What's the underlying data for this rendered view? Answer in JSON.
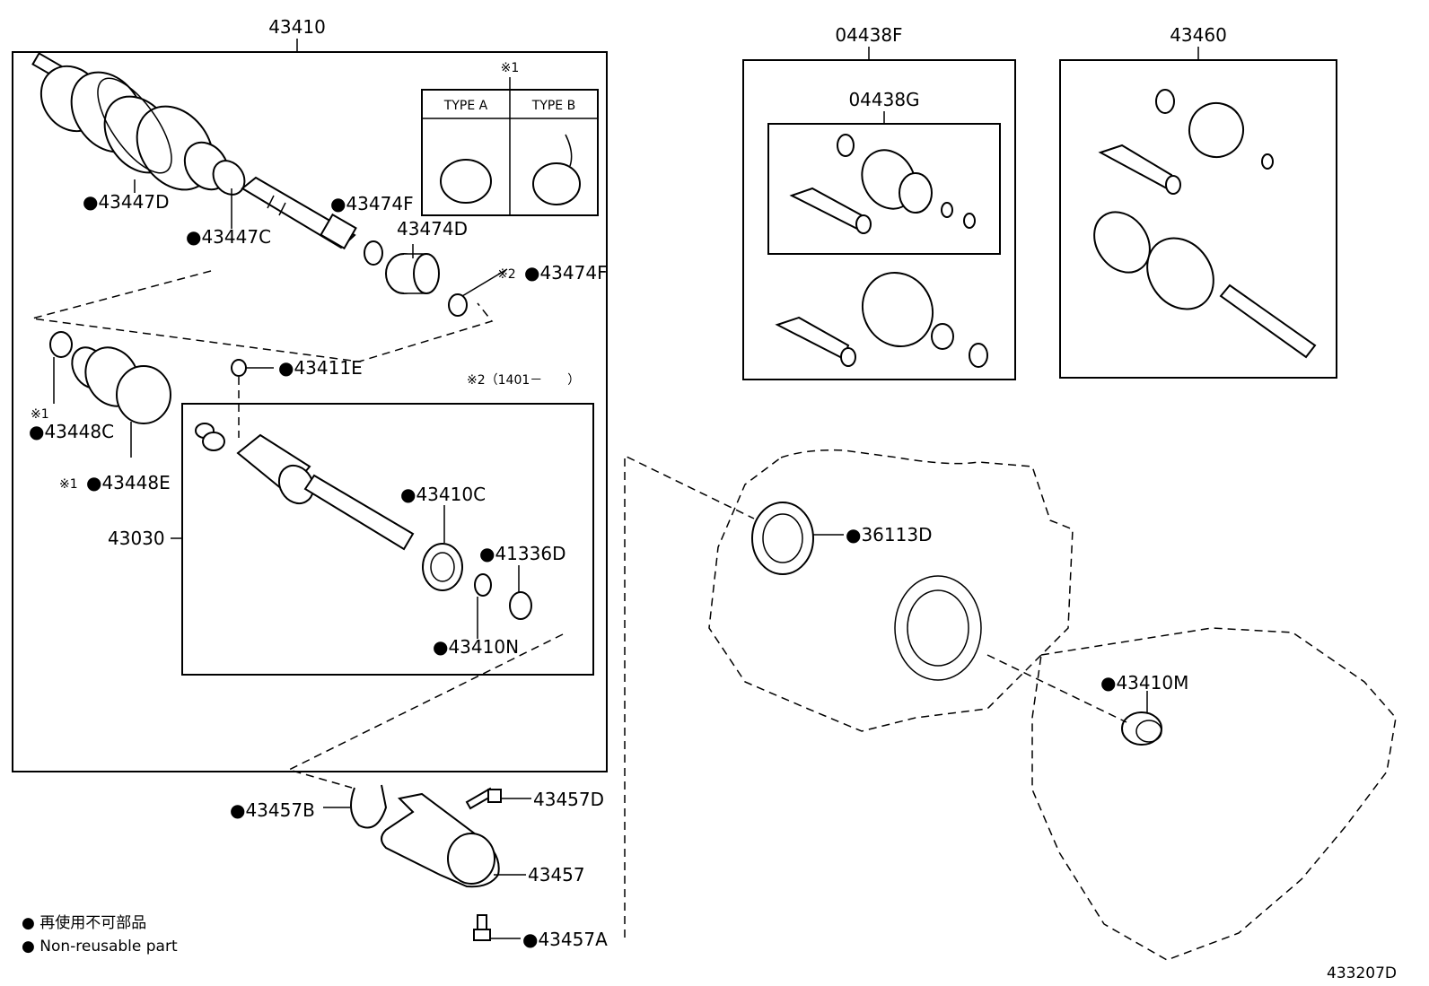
{
  "labels": {
    "assy_main": "43410",
    "kit_outer": "04438F",
    "kit_inner": "04438G",
    "shaft_assy": "43460",
    "boot_outer": "●43447D",
    "clamp_outer": "●43447C",
    "snap_ring_top": "●43474F",
    "damper": "43474D",
    "snap_ring_note": "●43474F",
    "snap_ring_note_mark": "※2",
    "type_box_mark": "※1",
    "type_a": "TYPE A",
    "type_b": "TYPE B",
    "clamp_inner_mark": "※1",
    "clamp_inner": "●43448C",
    "boot_inner_mark": "※1",
    "boot_inner": "●43448E",
    "snap_ring_e": "●43411E",
    "inner_assy_note": "※2（1401－　　）",
    "inner_joint": "43030",
    "bearing": "●43410C",
    "seal_d": "●41336D",
    "snap_ring_n": "●43410N",
    "oil_seal_trans": "●36113D",
    "seal_m": "●43410M",
    "bracket_clip": "●43457B",
    "bolt_d": "43457D",
    "bracket": "43457",
    "bolt_a": "●43457A",
    "legend_jp": "●  再使用不可部品",
    "legend_en": "●  Non-reusable part",
    "figure_id": "433207D"
  }
}
